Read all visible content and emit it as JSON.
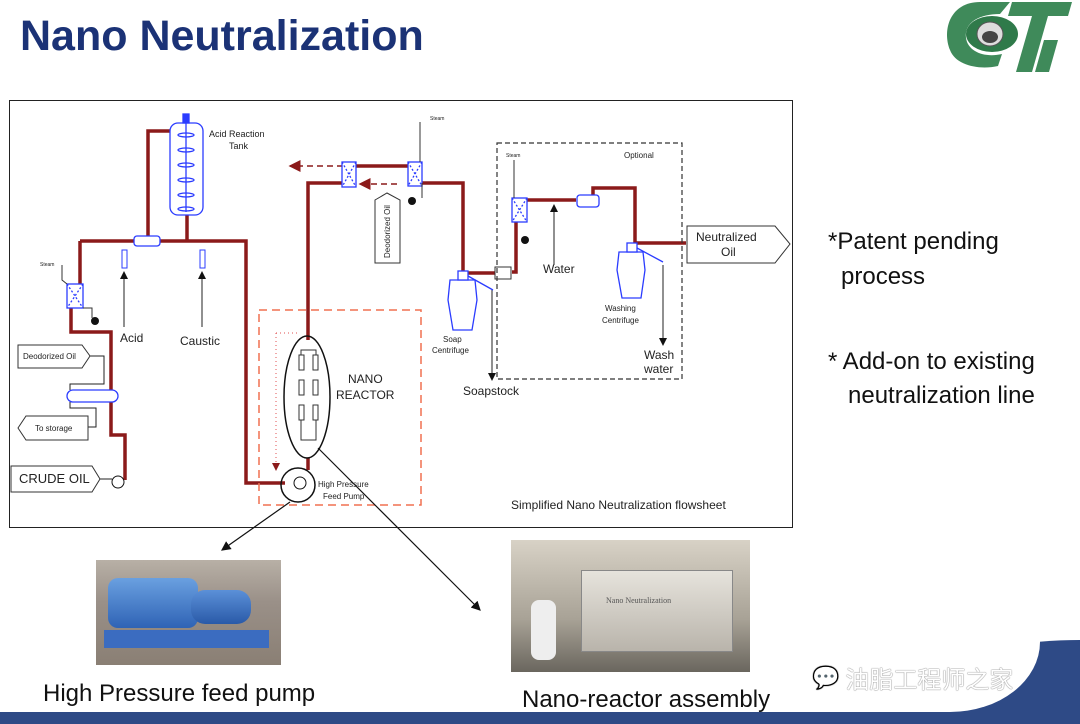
{
  "slide": {
    "title": "Nano Neutralization",
    "logo_text": "CTi",
    "bullets": [
      {
        "line1": "*Patent pending",
        "line2": "process"
      },
      {
        "line1": "* Add-on to existing",
        "line2": "neutralization line"
      }
    ]
  },
  "diagram": {
    "caption": "Simplified Nano Neutralization flowsheet",
    "labels": {
      "acid_tank_1": "Acid Reaction",
      "acid_tank_2": "Tank",
      "acid": "Acid",
      "caustic": "Caustic",
      "steam": "Steam",
      "deodorized_oil": "Deodorized Oil",
      "to_storage": "To storage",
      "crude_oil": "CRUDE OIL",
      "nano_1": "NANO",
      "nano_2": "REACTOR",
      "pump_1": "High Pressure",
      "pump_2": "Feed Pump",
      "deodorized_oil_vertical": "Deodorized Oil",
      "optional": "Optional",
      "soap_1": "Soap",
      "soap_2": "Centrifuge",
      "soapstock": "Soapstock",
      "water": "Water",
      "wash_1": "Washing",
      "wash_2": "Centrifuge",
      "washwater_1": "Wash",
      "washwater_2": "water",
      "neutralized_1": "Neutralized",
      "neutralized_2": "Oil"
    },
    "colors": {
      "pipe": "#8b1a1a",
      "equipment": "#2b3cff",
      "reactor_box": "#f07050"
    }
  },
  "photos": {
    "pump_caption": "High Pressure feed pump",
    "reactor_caption": "Nano-reactor assembly",
    "reactor_plate_text": "Nano Neutralization"
  },
  "watermark": "油脂工程师之家"
}
